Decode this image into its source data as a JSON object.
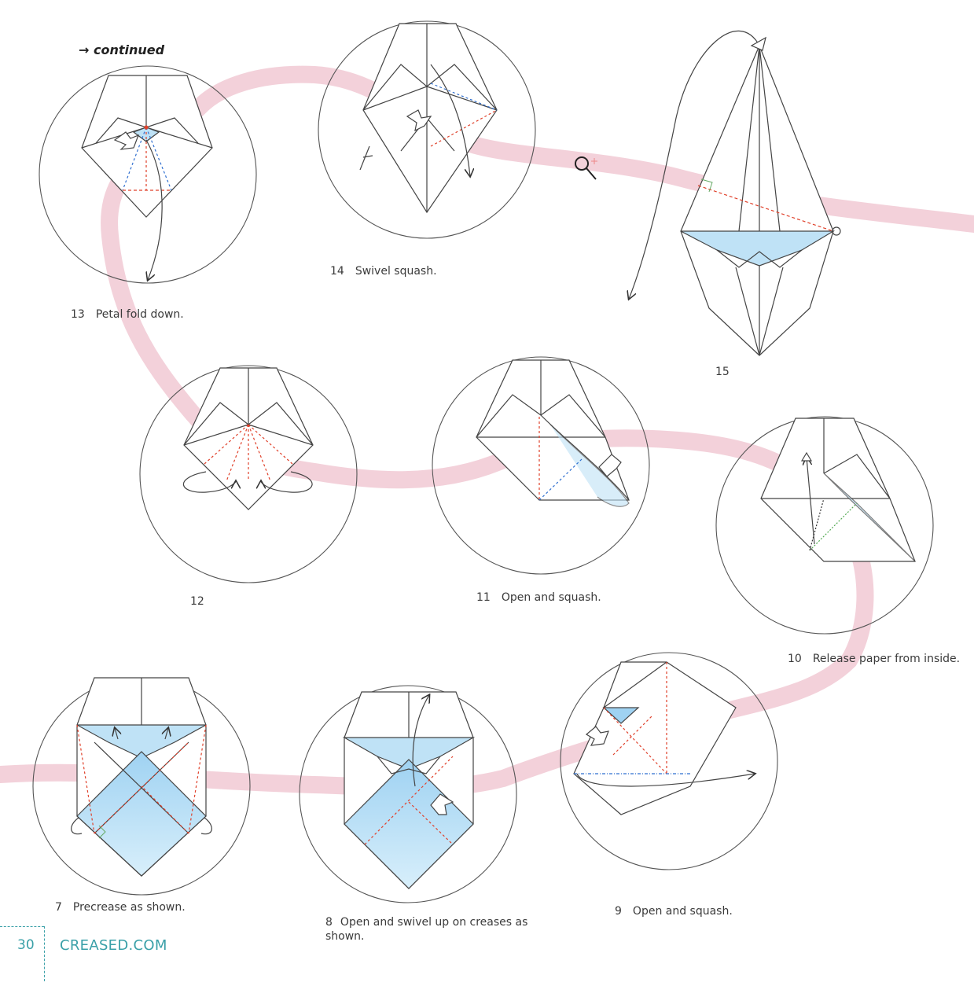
{
  "header": {
    "continued_label": "→ continued"
  },
  "steps": [
    {
      "number": "13",
      "caption": "Petal fold down."
    },
    {
      "number": "14",
      "caption": "Swivel squash."
    },
    {
      "number": "15",
      "caption": ""
    },
    {
      "number": "12",
      "caption": ""
    },
    {
      "number": "11",
      "caption": "Open and squash."
    },
    {
      "number": "10",
      "caption": "Release paper from inside."
    },
    {
      "number": "7",
      "caption": "Precrease as shown."
    },
    {
      "number": "8",
      "caption": "Open and swivel up on creases as shown."
    },
    {
      "number": "9",
      "caption": "Open and squash."
    }
  ],
  "footer": {
    "page_number": "30",
    "site": "CREASED.COM"
  },
  "colors": {
    "path_ribbon": "#f2ccd6",
    "paper_blue": "#bfe2f6",
    "valley_red": "#e0402a",
    "mountain_blue": "#2f6fd0",
    "line_grey": "#444444",
    "footer_teal": "#3aa0a8"
  },
  "icons": [
    "magnifier-icon",
    "push-arrow-icon",
    "fold-arrow-icon",
    "repeat-arrow-icon"
  ]
}
